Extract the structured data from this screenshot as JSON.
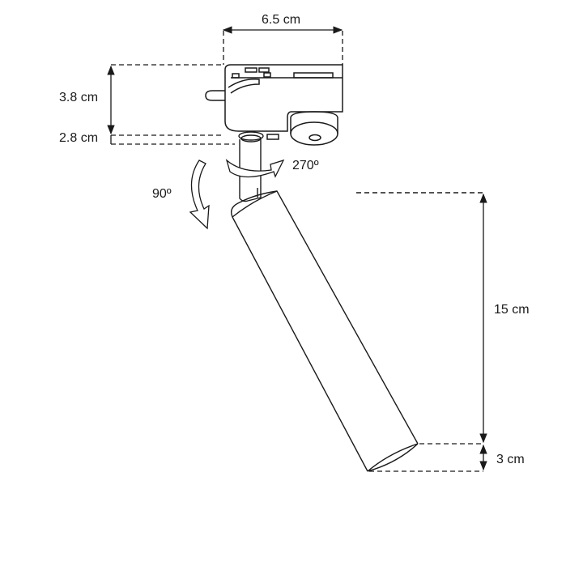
{
  "diagram": {
    "subject": "Track spotlight with tubular head",
    "line_color": "#1a1a1a",
    "background": "#ffffff",
    "dimensions": {
      "width_top": "6.5 cm",
      "adapter_height": "3.8 cm",
      "adapter_offset": "2.8 cm",
      "tube_length": "15 cm",
      "tube_diameter": "3 cm"
    },
    "rotations": {
      "tilt": "90º",
      "swivel": "270º"
    }
  }
}
